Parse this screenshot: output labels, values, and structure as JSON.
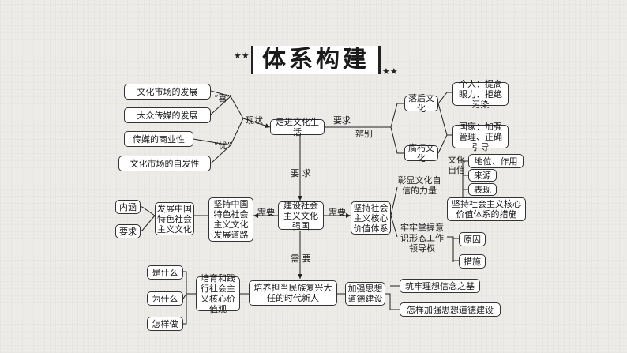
{
  "title": "体系构建",
  "stars_left": "★★",
  "stars_right": "★★",
  "nodes": {
    "market_dev": "文化市场的发展",
    "mass_media_dev": "大众传媒的发展",
    "media_commercial": "传媒的商业性",
    "market_spontaneous": "文化市场的自发性",
    "cultural_life": "走进文化生活",
    "backward_culture": "落后文化",
    "decadent_culture": "腐朽文化",
    "individual": "个人：提高眼力、拒绝污染",
    "state": "国家：加强管理、正确引导",
    "connotation": "内涵",
    "requirement": "要求",
    "socialist_culture": "发展中国特色社会主义文化",
    "socialist_path": "坚持中国特色社会主义文化发展道路",
    "strong_nation": "建设社会主义文化强国",
    "core_values_system": "坚持社会主义核心价值体系",
    "status_role": "地位、作用",
    "origin": "来源",
    "performance": "表现",
    "measures_core": "坚持社会主义核心价值体系的措施",
    "reason": "原因",
    "measures": "措施",
    "what_is": "是什么",
    "why": "为什么",
    "how": "怎样做",
    "cultivate_values": "培育和践行社会主义核心价值观",
    "new_people": "培养担当民族复兴大任的时代新人",
    "ideological_moral": "加强思想道德建设",
    "firm_ideals": "筑牢理想信念之基",
    "how_strengthen": "怎样加强思想道德建设"
  },
  "labels": {
    "xi": "“喜”",
    "you": "“忧”",
    "status": "现状",
    "yaoqiu_top": "要求",
    "discern": "辨别",
    "yaoqiu_mid": "要 求",
    "xuyao_left": "需要",
    "xuyao_right": "需要",
    "xuyao_down": "需 要",
    "highlight_power": "彰显文化自信的力量",
    "cultural_confidence": "文化自信",
    "firm_grasp": "牢牢掌握意识形态工作领导权"
  }
}
